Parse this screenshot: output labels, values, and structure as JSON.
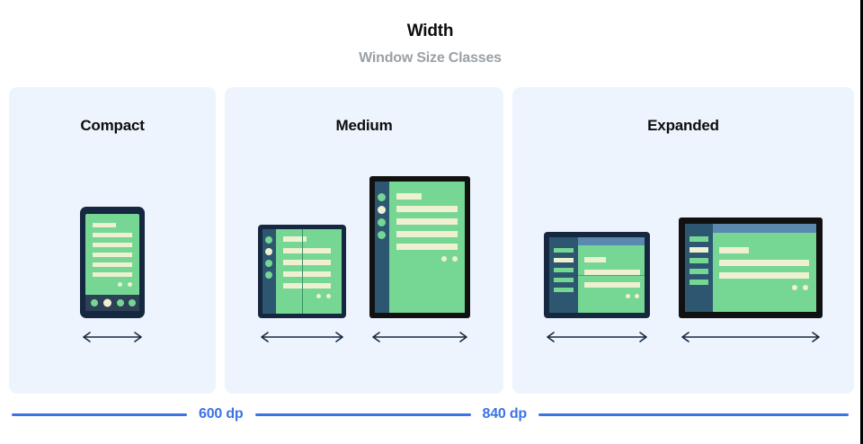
{
  "header": {
    "title": "Width",
    "subtitle": "Window Size Classes"
  },
  "colors": {
    "panel_bg": "#edf4fd",
    "device_frame_navy": "#16283f",
    "device_frame_black": "#111111",
    "screen_green": "#76d694",
    "content_cream": "#eff0d2",
    "nav_rail_blue": "#2d5771",
    "app_bar_blue": "#5b88ae",
    "accent_blue": "#3b72e8",
    "title_black": "#0d0d0d",
    "subtitle_gray": "#9aa0a6"
  },
  "panels": [
    {
      "id": "compact",
      "label": "Compact",
      "devices": [
        {
          "name": "phone",
          "type": "phone-portrait",
          "frame": "navy",
          "content_lines": 6,
          "content_dots": 2,
          "bottom_nav_items": 4,
          "bottom_nav_active_index": 1,
          "arrow_label": "width-arrow"
        }
      ]
    },
    {
      "id": "medium",
      "label": "Medium",
      "devices": [
        {
          "name": "foldable-portrait-open",
          "type": "foldable-portrait",
          "frame": "navy",
          "content_lines": 5,
          "content_dots": 2,
          "nav_rail_items": 4,
          "nav_rail_active_index": 1,
          "fold": "vertical",
          "arrow_label": "width-arrow"
        },
        {
          "name": "tablet-portrait",
          "type": "tablet-portrait",
          "frame": "black",
          "content_lines": 5,
          "content_dots": 2,
          "nav_rail_items": 4,
          "nav_rail_active_index": 1,
          "arrow_label": "width-arrow"
        }
      ]
    },
    {
      "id": "expanded",
      "label": "Expanded",
      "devices": [
        {
          "name": "foldable-landscape-open",
          "type": "foldable-landscape",
          "frame": "navy",
          "content_lines": 3,
          "content_dots": 2,
          "nav_drawer_items": 5,
          "nav_drawer_active_index": 1,
          "has_app_bar": true,
          "fold": "horizontal",
          "arrow_label": "width-arrow"
        },
        {
          "name": "tablet-landscape",
          "type": "tablet-landscape",
          "frame": "black",
          "content_lines": 3,
          "content_dots": 2,
          "nav_drawer_items": 5,
          "nav_drawer_active_index": 1,
          "has_app_bar": true,
          "arrow_label": "width-arrow"
        }
      ]
    }
  ],
  "breakpoints": [
    {
      "id": "bp-600",
      "label": "600 dp"
    },
    {
      "id": "bp-840",
      "label": "840 dp"
    }
  ]
}
